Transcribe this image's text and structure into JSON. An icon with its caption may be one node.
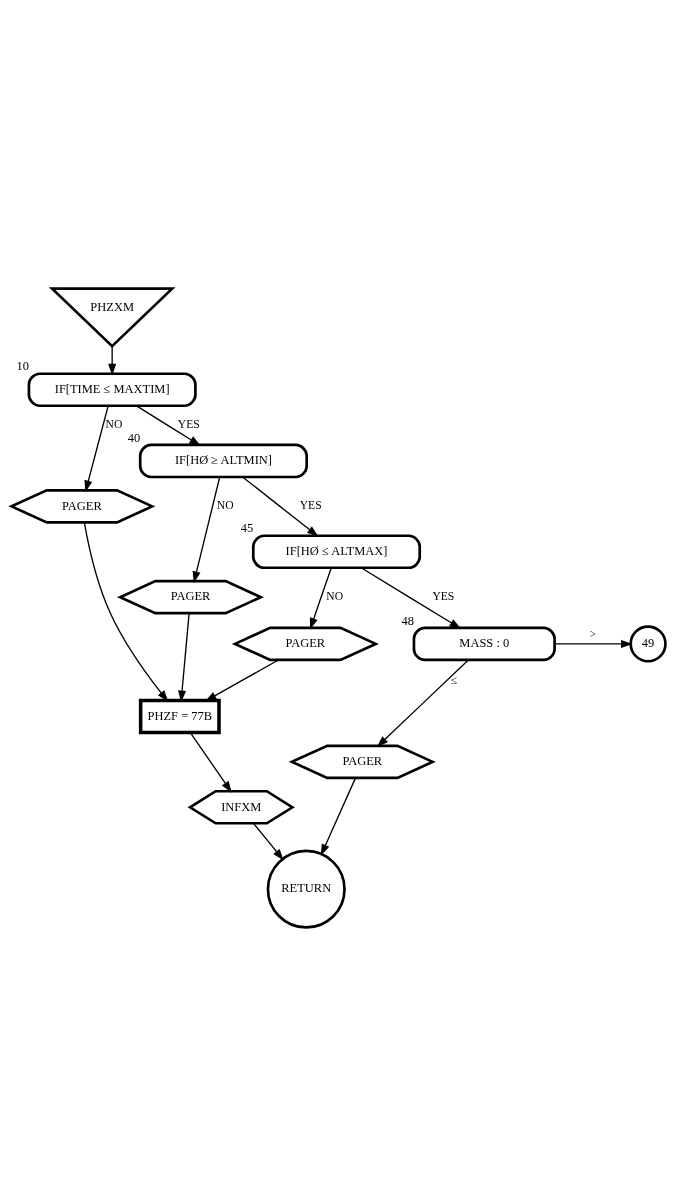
{
  "diagram": {
    "nodes": [
      {
        "text": [
          "PHZXM"
        ]
      },
      {
        "text": [
          "IF[TIME ≤ MAXTIM]"
        ],
        "beside": [
          "10"
        ]
      },
      {
        "text": [
          "PAGER"
        ]
      },
      {
        "text": [
          "IF[HØ ≥ ALTMIN]"
        ],
        "beside": [
          "40"
        ]
      },
      {
        "text": [
          "PAGER"
        ]
      },
      {
        "text": [
          "IF[HØ ≤ ALTMAX]"
        ],
        "beside": [
          "45"
        ]
      },
      {
        "text": [
          "PAGER"
        ]
      },
      {
        "text": [
          "MASS : 0"
        ],
        "beside": [
          "48"
        ]
      },
      {
        "text": [
          "49"
        ]
      },
      {
        "text": [
          "PAGER"
        ]
      },
      {
        "text": [
          "PHZF = 77B"
        ]
      },
      {
        "text": [
          "INFXM"
        ]
      },
      {
        "text": [
          "RETURN"
        ]
      }
    ],
    "edges": [
      {
        "from": 0,
        "to": 1,
        "arrow": "to"
      },
      {
        "from": 1,
        "to": 3,
        "arrow": "to",
        "label": "YES"
      },
      {
        "from": 1,
        "to": 2,
        "arrow": "to",
        "label": "NO"
      },
      {
        "from": 2,
        "to": 10,
        "arrow": "to"
      },
      {
        "from": 3,
        "to": 5,
        "arrow": "to",
        "label": "YES"
      },
      {
        "from": 3,
        "to": 4,
        "arrow": "to",
        "label": "NO"
      },
      {
        "from": 4,
        "to": 10,
        "arrow": "to"
      },
      {
        "from": 5,
        "to": 7,
        "arrow": "to",
        "label": "YES"
      },
      {
        "from": 5,
        "to": 6,
        "arrow": "to",
        "label": "NO"
      },
      {
        "from": 6,
        "to": 10,
        "arrow": "to"
      },
      {
        "from": 7,
        "to": 8,
        "arrow": "to",
        "label": ">"
      },
      {
        "from": 7,
        "to": 9,
        "arrow": "to",
        "label": "≤"
      },
      {
        "from": 9,
        "to": 12,
        "arrow": "to"
      },
      {
        "from": 10,
        "to": 11,
        "arrow": "to"
      },
      {
        "from": 11,
        "to": 12,
        "arrow": "to"
      }
    ]
  }
}
